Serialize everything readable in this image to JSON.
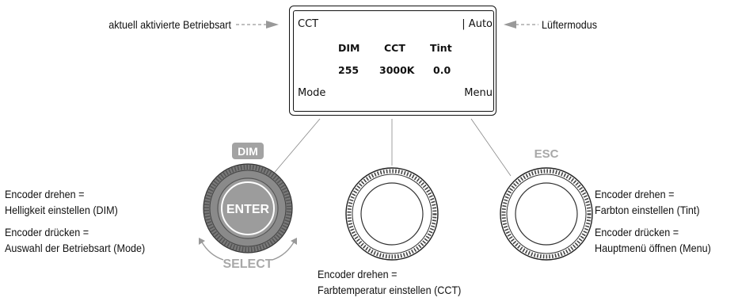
{
  "display": {
    "mode_current": "CCT",
    "fan_label": "| Auto",
    "headers": [
      "DIM",
      "CCT",
      "Tint"
    ],
    "values": [
      "255",
      "3000K",
      "0.0"
    ],
    "softkey_left": "Mode",
    "softkey_right": "Menu"
  },
  "annotations": {
    "left_top": "aktuell aktivierte Betriebsart",
    "right_top": "Lüftermodus",
    "encoder_left_line1": "Encoder drehen =",
    "encoder_left_line2": "Helligkeit einstellen (DIM)",
    "encoder_left_line3": "Encoder drücken =",
    "encoder_left_line4": "Auswahl der Betriebsart (Mode)",
    "encoder_middle_line1": "Encoder drehen =",
    "encoder_middle_line2": "Farbtemperatur einstellen (CCT)",
    "encoder_right_line1": "Encoder drehen =",
    "encoder_right_line2": "Farbton einstellen (Tint)",
    "encoder_right_line3": "Encoder drücken =",
    "encoder_right_line4": "Hauptmenü öffnen (Menu)"
  },
  "knobs": {
    "left_badge": "DIM",
    "left_center": "ENTER",
    "left_bottom": "SELECT",
    "right_top": "ESC"
  }
}
